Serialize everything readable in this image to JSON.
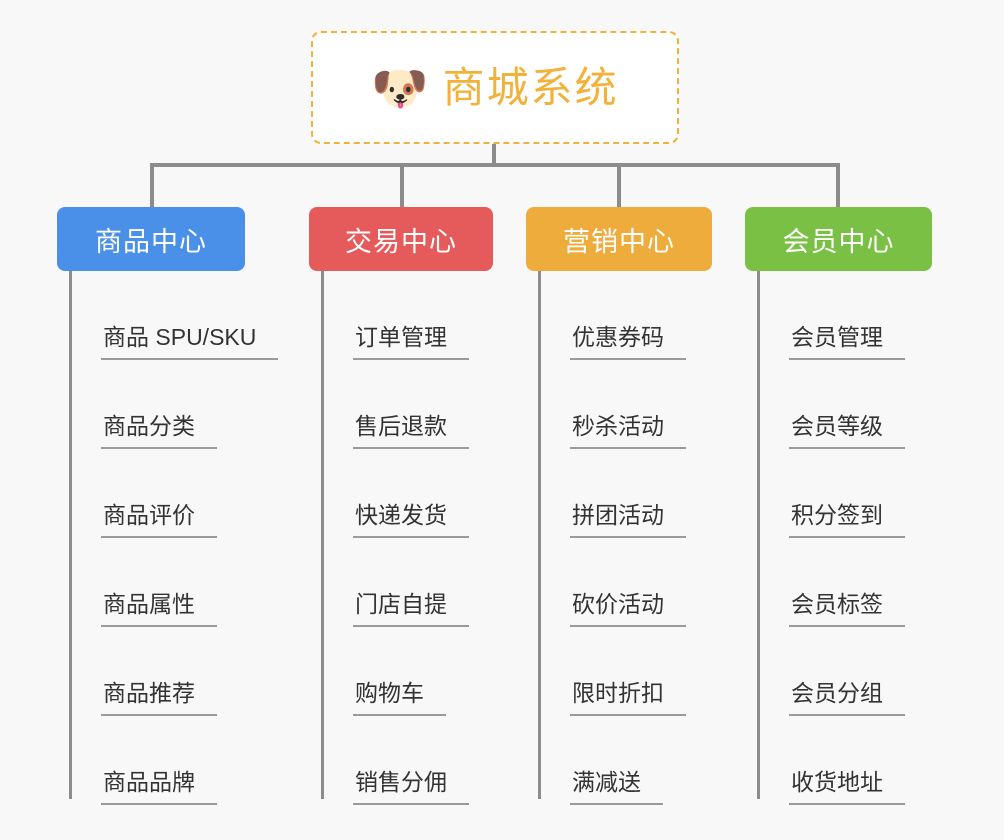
{
  "background_color": "#f8f8f8",
  "root": {
    "icon": "dog-face-emoji",
    "icon_glyph": "🐶",
    "title": "商城系统",
    "border_color": "#f2b138",
    "text_color": "#f2b138"
  },
  "columns": [
    {
      "title": "商品中心",
      "color": "#4a90e8",
      "items": [
        "商品 SPU/SKU",
        "商品分类",
        "商品评价",
        "商品属性",
        "商品推荐",
        "商品品牌"
      ]
    },
    {
      "title": "交易中心",
      "color": "#e55b5b",
      "items": [
        "订单管理",
        "售后退款",
        "快递发货",
        "门店自提",
        "购物车",
        "销售分佣"
      ]
    },
    {
      "title": "营销中心",
      "color": "#eeac3c",
      "items": [
        "优惠券码",
        "秒杀活动",
        "拼团活动",
        "砍价活动",
        "限时折扣",
        "满减送"
      ]
    },
    {
      "title": "会员中心",
      "color": "#79c045",
      "items": [
        "会员管理",
        "会员等级",
        "积分签到",
        "会员标签",
        "会员分组",
        "收货地址"
      ]
    }
  ],
  "connector_color": "#8c8c8c",
  "leaf_text_color": "#333333",
  "leaf_underline_color": "#9a9a9a"
}
